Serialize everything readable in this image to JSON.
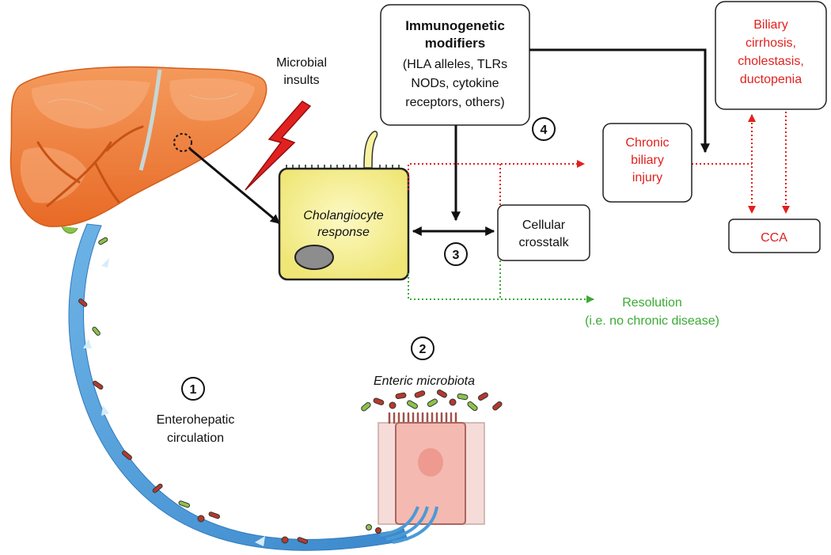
{
  "labels": {
    "microbial_insults": [
      "Microbial",
      "insults"
    ],
    "immunogenetic_title": [
      "Immunogenetic",
      "modifiers"
    ],
    "immunogenetic_details": [
      "(HLA alleles, TLRs",
      "NODs, cytokine",
      "receptors, others)"
    ],
    "cholangiocyte_response": [
      "Cholangiocyte",
      "response"
    ],
    "cellular_crosstalk": [
      "Cellular",
      "crosstalk"
    ],
    "chronic_biliary_injury": [
      "Chronic",
      "biliary",
      "injury"
    ],
    "biliary_outcomes": [
      "Biliary",
      "cirrhosis,",
      "cholestasis,",
      "ductopenia"
    ],
    "cca": "CCA",
    "resolution": [
      "Resolution",
      "(i.e. no chronic disease)"
    ],
    "enteric_microbiota": "Enteric microbiota",
    "enterohepatic_circulation": [
      "Enterohepatic",
      "circulation"
    ]
  },
  "step_numbers": {
    "enterohepatic": "1",
    "microbiota": "2",
    "crosstalk": "3",
    "immunogenetic": "4"
  },
  "colors": {
    "injury_red": "#e0211f",
    "resolution_green": "#3aaa35",
    "liver_orange": "#ef7d3a",
    "cell_yellow": "#f7f3a0",
    "circulation_blue": "#4a9ad6"
  }
}
